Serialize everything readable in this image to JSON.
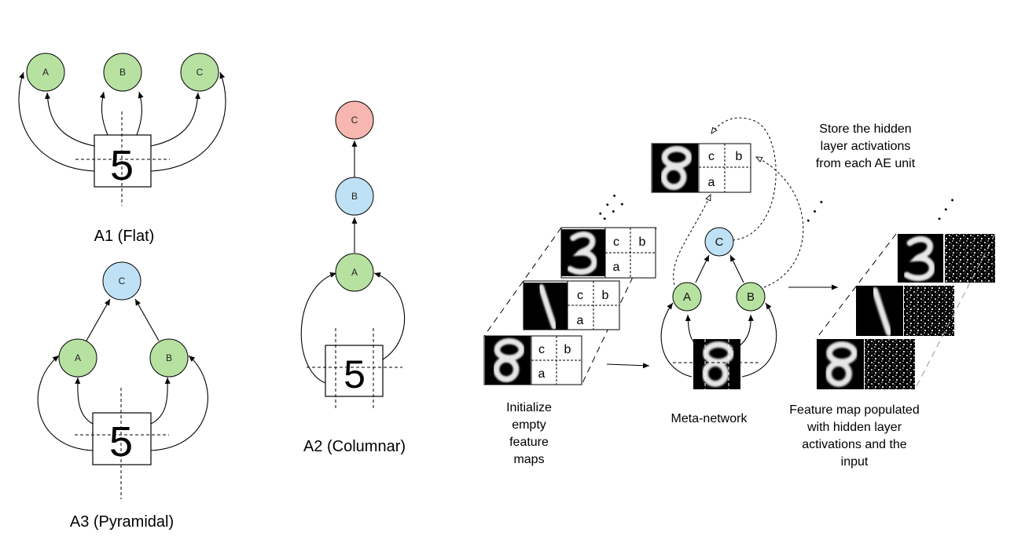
{
  "colors": {
    "green_node": "#b7e1a1",
    "blue_node": "#bfe1f5",
    "red_node": "#f8b6b1"
  },
  "input_digit": "5",
  "panels": {
    "flat": {
      "caption": "A1 (Flat)",
      "nodes": [
        "A",
        "B",
        "C"
      ]
    },
    "pyramidal": {
      "caption": "A3 (Pyramidal)",
      "nodes": [
        "A",
        "B",
        "C"
      ]
    },
    "columnar": {
      "caption": "A2 (Columnar)",
      "nodes": [
        "A",
        "B",
        "C"
      ]
    }
  },
  "meta_section": {
    "initialize_label": [
      "Initialize",
      "empty",
      "feature",
      "maps"
    ],
    "meta_network_label": "Meta-network",
    "store_label": [
      "Store the hidden",
      "layer activations",
      "from each AE unit"
    ],
    "populated_label": [
      "Feature map populated",
      "with hidden layer",
      "activations and the",
      "input"
    ],
    "cells": [
      "c",
      "b",
      "a"
    ],
    "meta_nodes": [
      "A",
      "B",
      "C"
    ],
    "ellipsis": ". . ."
  }
}
